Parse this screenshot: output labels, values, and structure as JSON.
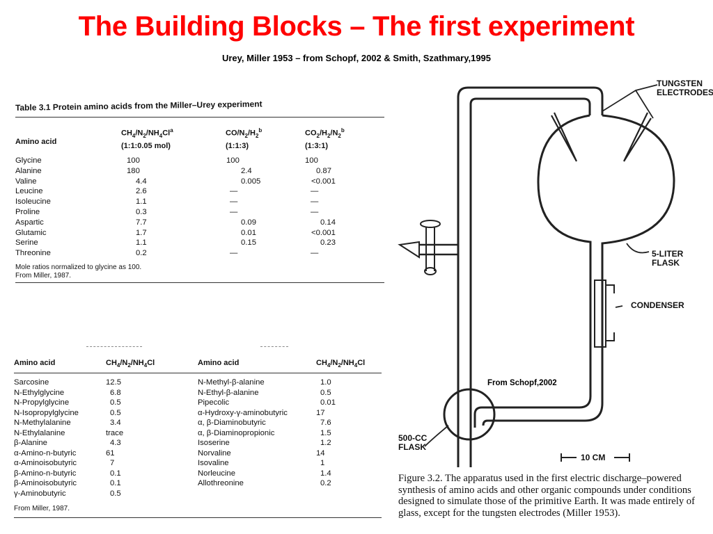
{
  "slide": {
    "title": "The Building Blocks – The first experiment",
    "subtitle": "Urey, Miller 1953 – from Schopf, 2002 & Smith, Szathmary,1995"
  },
  "table1": {
    "title": "Table 3.1    Protein amino acids from the Miller–Urey experiment",
    "col_label": "Amino acid",
    "col1": [
      "CH4/N2/NH4Cl",
      "a",
      "(1:1:0.05 mol)"
    ],
    "col2": [
      "CO/N2/H2",
      "b",
      "(1:1:3)"
    ],
    "col3": [
      "CO2/H2/N2",
      "b",
      "(1:3:1)"
    ],
    "rows": [
      {
        "name": "Glycine",
        "v1": "100",
        "v2": "100",
        "v3": "100"
      },
      {
        "name": "Alanine",
        "v1": "180",
        "v2": "2.4",
        "v3": "0.87"
      },
      {
        "name": "Valine",
        "v1": "4.4",
        "v2": "0.005",
        "v3": "<0.001"
      },
      {
        "name": "Leucine",
        "v1": "2.6",
        "v2": "—",
        "v3": "—"
      },
      {
        "name": "Isoleucine",
        "v1": "1.1",
        "v2": "—",
        "v3": "—"
      },
      {
        "name": "Proline",
        "v1": "0.3",
        "v2": "—",
        "v3": "—"
      },
      {
        "name": "Aspartic",
        "v1": "7.7",
        "v2": "0.09",
        "v3": "0.14"
      },
      {
        "name": "Glutamic",
        "v1": "1.7",
        "v2": "0.01",
        "v3": "<0.001"
      },
      {
        "name": "Serine",
        "v1": "1.1",
        "v2": "0.15",
        "v3": "0.23"
      },
      {
        "name": "Threonine",
        "v1": "0.2",
        "v2": "—",
        "v3": "—"
      }
    ],
    "note1": "Mole ratios normalized to glycine as 100.",
    "note2": "From Miller, 1987."
  },
  "table2": {
    "col_label": "Amino acid",
    "col_value": "CH4/N2/NH4Cl",
    "left": [
      {
        "name": "Sarcosine",
        "v": "12.5"
      },
      {
        "name": "N-Ethylglycine",
        "v": "6.8"
      },
      {
        "name": "N-Propylglycine",
        "v": "0.5"
      },
      {
        "name": "N-Isopropylglycine",
        "v": "0.5"
      },
      {
        "name": "N-Methylalanine",
        "v": "3.4"
      },
      {
        "name": "N-Ethylalanine",
        "v": "trace"
      },
      {
        "name": "β-Alanine",
        "v": "4.3"
      },
      {
        "name": "α-Amino-n-butyric",
        "v": "61"
      },
      {
        "name": "α-Aminoisobutyric",
        "v": "7"
      },
      {
        "name": "β-Amino-n-butyric",
        "v": "0.1"
      },
      {
        "name": "β-Aminoisobutyric",
        "v": "0.1"
      },
      {
        "name": "γ-Aminobutyric",
        "v": "0.5"
      }
    ],
    "right": [
      {
        "name": "N-Methyl-β-alanine",
        "v": "1.0"
      },
      {
        "name": "N-Ethyl-β-alanine",
        "v": "0.5"
      },
      {
        "name": "Pipecolic",
        "v": "0.01"
      },
      {
        "name": "α-Hydroxy-γ-aminobutyric",
        "v": "17"
      },
      {
        "name": "α, β-Diaminobutyric",
        "v": "7.6"
      },
      {
        "name": "α, β-Diaminopropionic",
        "v": "1.5"
      },
      {
        "name": "Isoserine",
        "v": "1.2"
      },
      {
        "name": "Norvaline",
        "v": "14"
      },
      {
        "name": "Isovaline",
        "v": "1"
      },
      {
        "name": "Norleucine",
        "v": "1.4"
      },
      {
        "name": "Allothreonine",
        "v": "0.2"
      }
    ],
    "note": "From Miller, 1987."
  },
  "apparatus": {
    "labels": {
      "electrodes": "TUNGSTEN\nELECTRODES",
      "big_flask": "5-LITER\nFLASK",
      "condenser": "CONDENSER",
      "small_flask": "500-CC\nFLASK",
      "scale": "10 CM"
    },
    "credit": "From Schopf,2002",
    "caption": "Figure 3.2. The apparatus used in the first electric discharge–powered synthesis of amino acids and other organic compounds under conditions designed to simulate those of the primitive Earth. It was made entirely of glass, except for the tungsten electrodes (Miller 1953)."
  },
  "colors": {
    "title": "#ff0000",
    "text": "#111111"
  }
}
